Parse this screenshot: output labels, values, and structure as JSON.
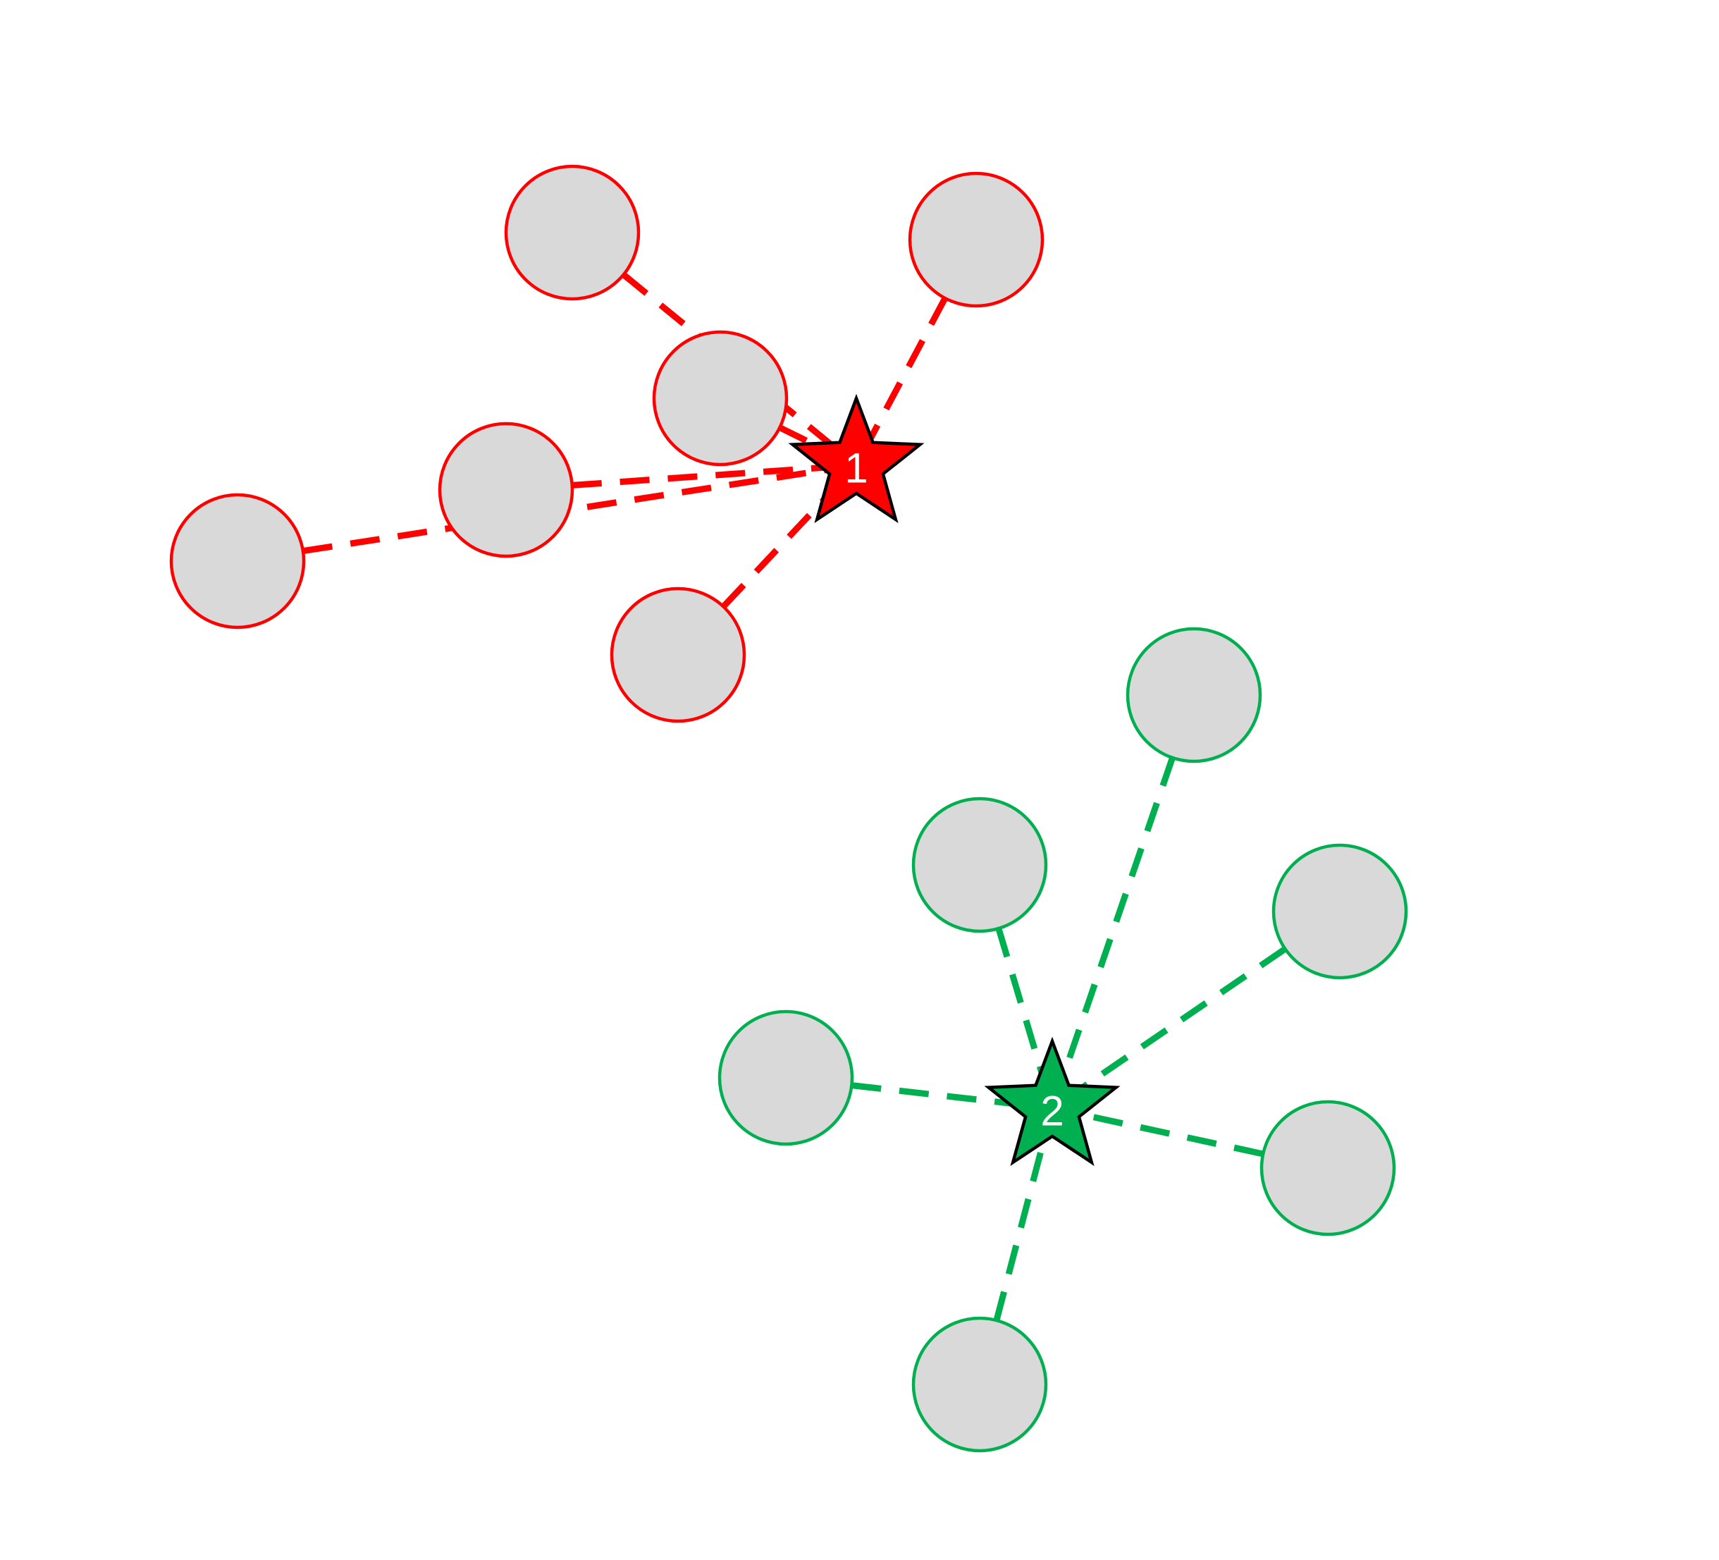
{
  "clusters": [
    {
      "id": "cluster-1",
      "label": "1",
      "color": "#ff0000",
      "center_shape": "star",
      "member_count": 6
    },
    {
      "id": "cluster-2",
      "label": "2",
      "color": "#00b050",
      "center_shape": "star",
      "member_count": 6
    }
  ],
  "node_fill": "#d9d9d9",
  "star_outline": "#000000"
}
